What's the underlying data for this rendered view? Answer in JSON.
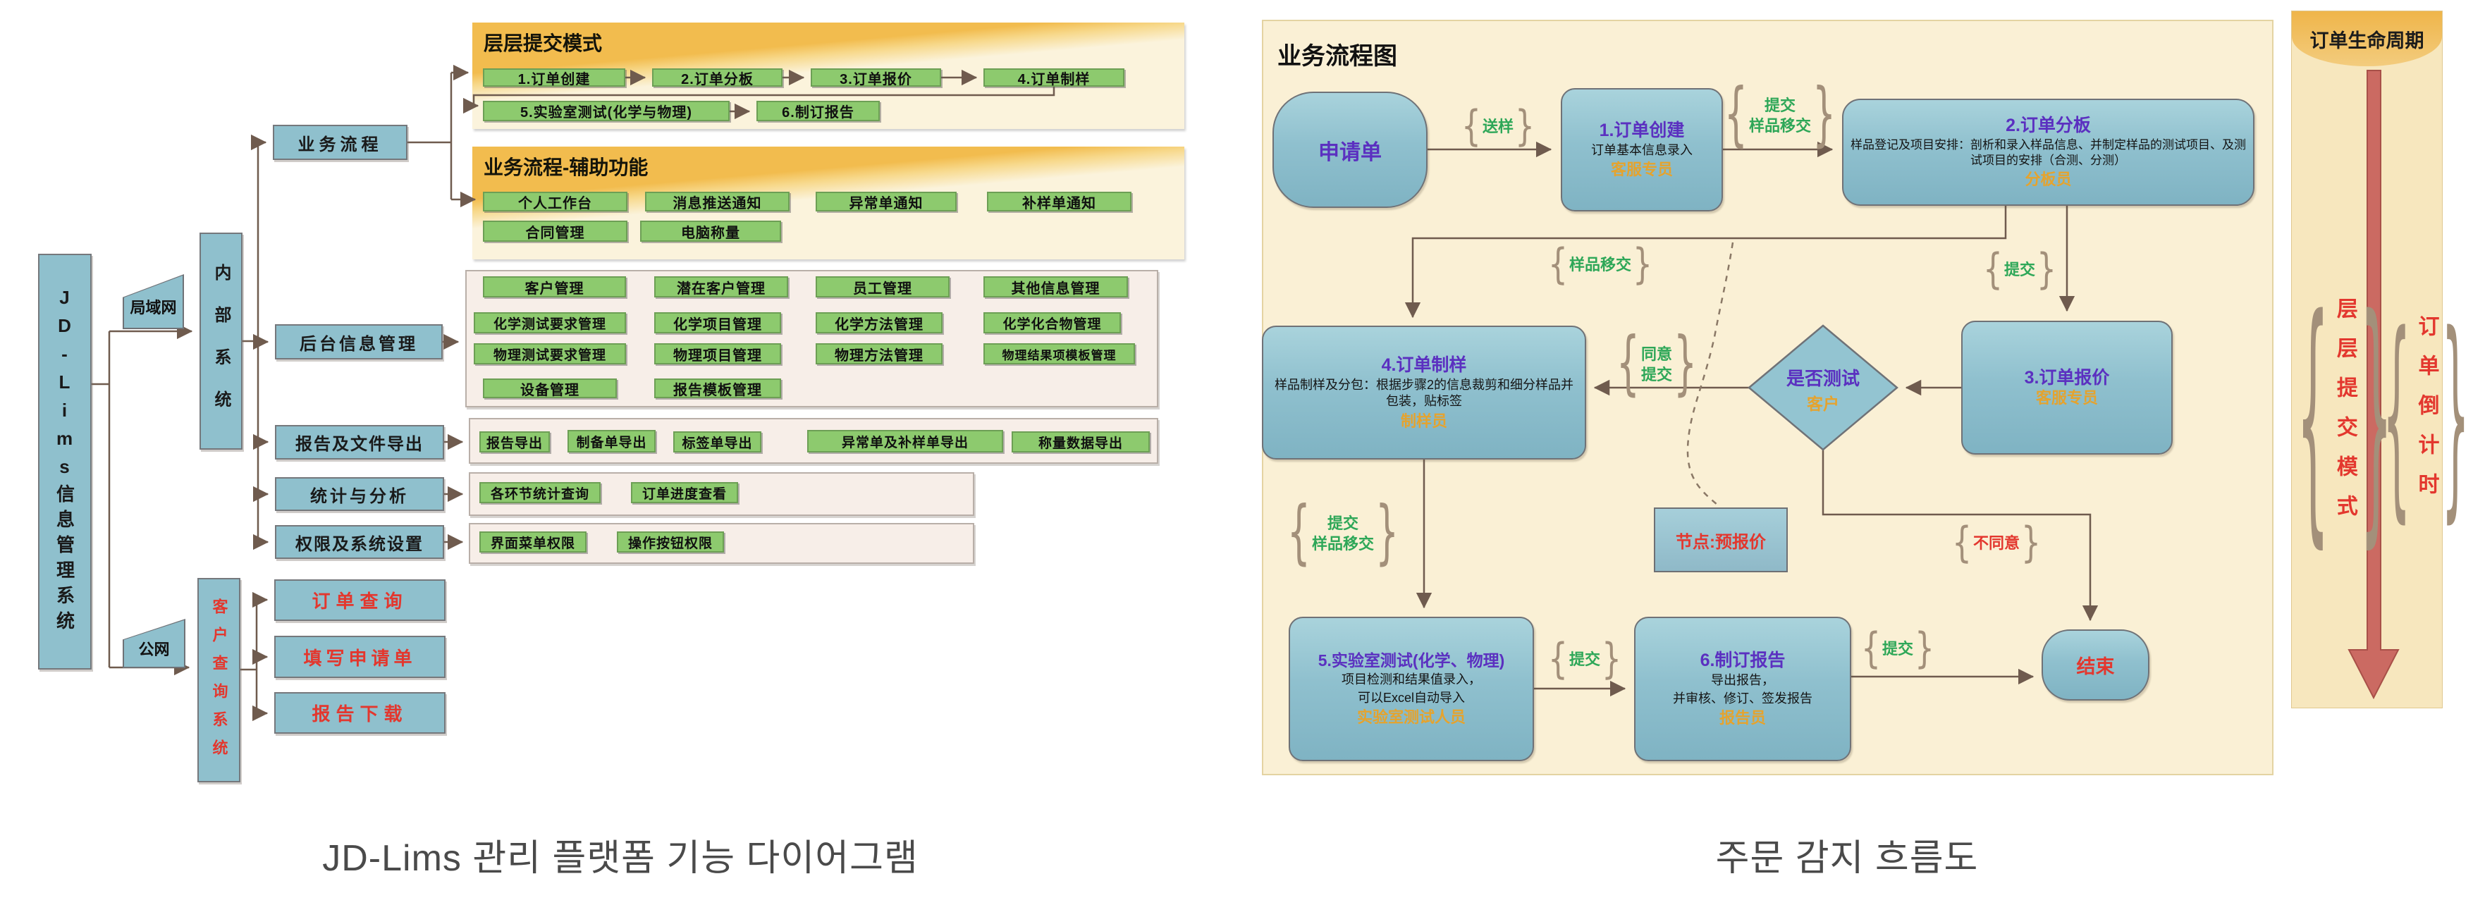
{
  "captions": {
    "left": "JD-Lims 관리 플랫폼 기능 다이어그램",
    "right": "주문 감지 흐름도"
  },
  "colors": {
    "node_blue": "#8FC0CD",
    "item_green": "#8DCA6E",
    "panel_orange": "#F2BC4E",
    "panel_cream": "#FAF0D5",
    "wire_brown": "#6F5B4E",
    "label_green": "#2EA758",
    "label_red": "#E3372E",
    "title_purple": "#5B30C0",
    "role_orange": "#E5A32E",
    "lifecycle_arrow_red": "#CB6A62"
  },
  "mindmap": {
    "root": "JD-Lims信息管理系统",
    "lan": "局域网",
    "pub": "公网",
    "internal": "内部系统",
    "cqs": "客户查询系统",
    "branch": {
      "proc": "业务流程",
      "back": "后台信息管理",
      "exp": "报告及文件导出",
      "stat": "统计与分析",
      "perm": "权限及系统设置"
    },
    "panelA": {
      "title": "层层提交模式",
      "row1": [
        "1.订单创建",
        "2.订单分板",
        "3.订单报价",
        "4.订单制样"
      ],
      "row2": [
        "5.实验室测试(化学与物理)",
        "6.制订报告"
      ]
    },
    "panelB": {
      "title": "业务流程-辅助功能",
      "row1": [
        "个人工作台",
        "消息推送通知",
        "异常单通知",
        "补样单通知"
      ],
      "row2": [
        "合同管理",
        "电脑称量"
      ]
    },
    "backend": [
      [
        "客户管理",
        "潜在客户管理",
        "员工管理",
        "其他信息管理"
      ],
      [
        "化学测试要求管理",
        "化学项目管理",
        "化学方法管理",
        "化学化合物管理"
      ],
      [
        "物理测试要求管理",
        "物理项目管理",
        "物理方法管理",
        "物理结果项模板管理"
      ],
      [
        "设备管理",
        "报告模板管理"
      ]
    ],
    "export": [
      "报告导出",
      "制备单导出",
      "标签单导出",
      "异常单及补样单导出",
      "称量数据导出"
    ],
    "stats": [
      "各环节统计查询",
      "订单进度查看"
    ],
    "perm": [
      "界面菜单权限",
      "操作按钮权限"
    ],
    "cust": [
      "订单查询",
      "填写申请单",
      "报告下载"
    ]
  },
  "flow": {
    "title": "业务流程图",
    "start": "申请单",
    "s1": {
      "title": "1.订单创建",
      "body": "订单基本信息录入",
      "role": "客服专员"
    },
    "s2": {
      "title": "2.订单分板",
      "body": "样品登记及项目安排：剖析和录入样品信息、并制定样品的测试项目、及测试项目的安排（合测、分测）",
      "role": "分板员"
    },
    "s3": {
      "title": "3.订单报价",
      "role": "客服专员"
    },
    "s4": {
      "title": "4.订单制样",
      "body": "样品制样及分包：根据步骤2的信息裁剪和细分样品并包装，贴标签",
      "role": "制样员"
    },
    "s5": {
      "title": "5.实验室测试(化学、物理)",
      "body1": "项目检测和结果值录入，",
      "body2": "可以Excel自动导入",
      "role": "实验室测试人员"
    },
    "s6": {
      "title": "6.制订报告",
      "body1": "导出报告，",
      "body2": "并审核、修订、签发报告",
      "role": "报告员"
    },
    "decision": {
      "q": "是否测试",
      "role": "客户"
    },
    "end": "结束",
    "prequote": "节点:预报价",
    "lbl": {
      "song": "送样",
      "tijiao": "提交",
      "yangpin": "样品移交",
      "tongyi": "同意",
      "butongyi": "不同意"
    },
    "side": {
      "title": "订单生命周期",
      "left": "层层提交模式",
      "right": "订单倒计时"
    }
  }
}
